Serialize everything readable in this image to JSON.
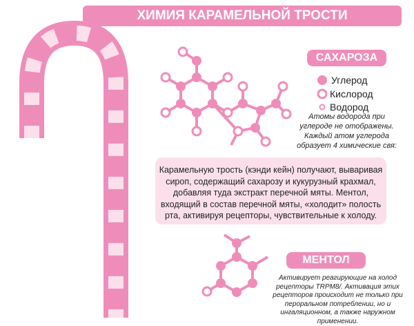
{
  "title": "ХИМИЯ КАРАМЕЛЬНОЙ ТРОСТИ",
  "sucrose": {
    "label": "САХАРОЗА"
  },
  "legend": {
    "carbon": "Углерод",
    "oxygen": "Кислород",
    "hydrogen": "Водород"
  },
  "hydrogen_note": [
    "Атомы водорода при",
    "углероде не отображены.",
    "Каждый атом углерода",
    "образует 4 химические свя:"
  ],
  "info": "Карамельную трость (кэнди кейн) получают, вываривая сироп, содержащий сахарозу и кукурузный крахмал, добавляя туда экстракт перечной мяты. Ментол, входящий в состав перечной мяты, «холодит» полость рта, активируя рецепторы, чувствительные к холоду.",
  "menthol": {
    "label": "МЕНТОЛ",
    "note": [
      "Активирует реагирующие на холод",
      "рецепторы TRPM8/. Активация этих",
      "рецепторов происходит не только при",
      "пероральном потреблении, но и",
      "ингаляционном, а также наружном",
      "применении."
    ]
  },
  "colors": {
    "pink": "#ef8dba",
    "light": "#fbe0ec"
  }
}
